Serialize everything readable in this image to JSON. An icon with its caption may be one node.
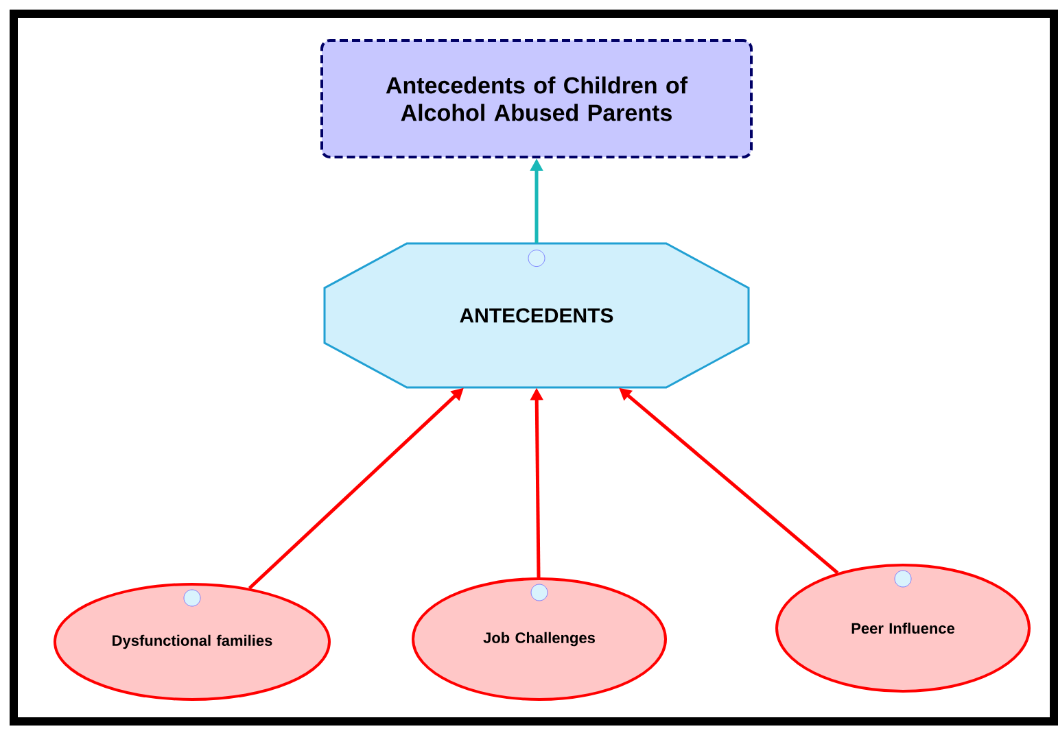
{
  "diagram": {
    "nodes": [
      {
        "text": [
          "Antecedents of Children of Alcohol Abused Parents"
        ]
      },
      {
        "text": [
          "ANTECEDENTS"
        ]
      },
      {
        "text": [
          "Dysfunctional families"
        ]
      },
      {
        "text": [
          "Job Challenges"
        ]
      },
      {
        "text": [
          "Peer Influence"
        ]
      }
    ],
    "edges": [
      {
        "from": 1,
        "to": 0,
        "arrow": "to",
        "color": "#1ab8b8"
      },
      {
        "from": 2,
        "to": 1,
        "arrow": "to"
      },
      {
        "from": 3,
        "to": 1,
        "arrow": "to"
      },
      {
        "from": 4,
        "to": 1,
        "arrow": "to"
      }
    ]
  }
}
